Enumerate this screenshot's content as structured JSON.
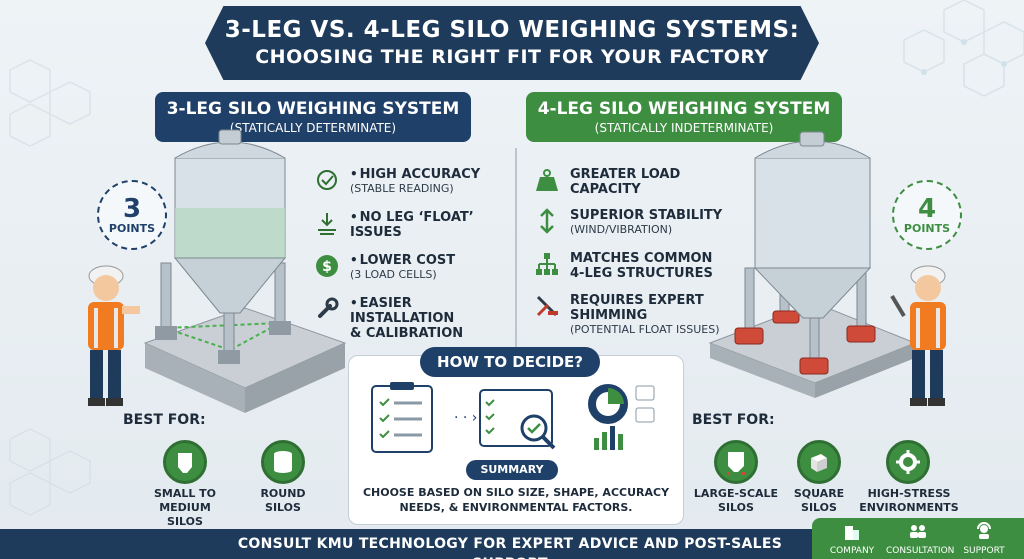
{
  "title": {
    "line1": "3-LEG VS. 4-LEG SILO WEIGHING SYSTEMS:",
    "line2": "CHOOSING THE RIGHT FIT FOR YOUR FACTORY"
  },
  "left": {
    "header": "3-LEG  SILO WEIGHING SYSTEM",
    "subheader": "(STATICALLY DETERMINATE)",
    "points_number": "3",
    "points_label": "POINTS",
    "features": [
      {
        "icon": "target-check-icon",
        "title": "HIGH ACCURACY",
        "sub": "(STABLE READING)"
      },
      {
        "icon": "no-float-icon",
        "title": "NO LEG ‘FLOAT’",
        "title2": "ISSUES",
        "sub": ""
      },
      {
        "icon": "dollar-icon",
        "title": "LOWER COST",
        "sub": "(3 LOAD CELLS)"
      },
      {
        "icon": "wrench-icon",
        "title": "EASIER INSTALLATION",
        "title2": "& CALIBRATION",
        "sub": ""
      }
    ],
    "best_for_label": "BEST FOR:",
    "best_for": [
      {
        "icon": "small-silo-icon",
        "line1": "SMALL TO",
        "line2": "MEDIUM SILOS"
      },
      {
        "icon": "round-silo-icon",
        "line1": "ROUND",
        "line2": "SILOS"
      }
    ]
  },
  "right": {
    "header": "4-LEG SILO WEIGHING SYSTEM",
    "subheader": "(STATICALLY INDETERMINATE)",
    "points_number": "4",
    "points_label": "POINTS",
    "features": [
      {
        "icon": "weight-icon",
        "title": "GREATER LOAD",
        "title2": "CAPACITY",
        "sub": ""
      },
      {
        "icon": "stability-arrows-icon",
        "title": "SUPERIOR STABILITY",
        "sub": "(WIND/VIBRATION)"
      },
      {
        "icon": "structure-tree-icon",
        "title": "MATCHES COMMON",
        "title2": "4-LEG STRUCTURES",
        "sub": ""
      },
      {
        "icon": "shim-tools-icon",
        "title": "REQUIRES EXPERT",
        "title2": "SHIMMING",
        "sub": "(POTENTIAL FLOAT ISSUES)"
      }
    ],
    "best_for_label": "BEST FOR:",
    "best_for": [
      {
        "icon": "large-silo-icon",
        "line1": "LARGE-SCALE",
        "line2": "SILOS"
      },
      {
        "icon": "square-silo-icon",
        "line1": "SQUARE",
        "line2": "SILOS"
      },
      {
        "icon": "gear-icon",
        "line1": "HIGH-STRESS",
        "line2": "ENVIRONMENTS"
      }
    ]
  },
  "decide": {
    "title": "HOW TO DECIDE?",
    "summary_label": "SUMMARY",
    "summary_text": "CHOOSE BASED ON SILO SIZE, SHAPE, ACCURACY NEEDS, & ENVIRONMENTAL FACTORS."
  },
  "footer": {
    "text": "CONSULT KMU TECHNOLOGY FOR EXPERT ADVICE AND POST-SALES SUPPORT",
    "items": [
      {
        "icon": "company-icon",
        "label": "COMPANY"
      },
      {
        "icon": "consultation-icon",
        "label": "CONSULTATION"
      },
      {
        "icon": "support-icon",
        "label": "SUPPORT"
      }
    ]
  },
  "colors": {
    "navy": "#1f3b5b",
    "blue": "#1f4068",
    "green": "#3e8e41",
    "background": "#eef3f6"
  }
}
